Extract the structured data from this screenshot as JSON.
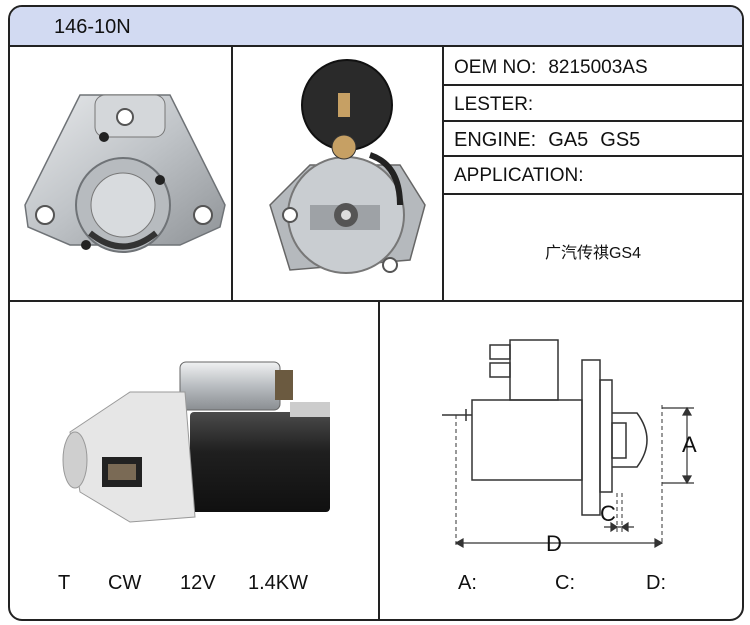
{
  "title": "146-10N",
  "specs": {
    "oem_label": "OEM NO:",
    "oem_value": "8215003AS",
    "lester_label": "LESTER:",
    "engine_label": "ENGINE:",
    "engine_value_1": "GA5",
    "engine_value_2": "GS5",
    "application_label": "APPLICATION:",
    "application_value": "广汽传祺GS4"
  },
  "ratings": {
    "type": "T",
    "rotation": "CW",
    "voltage": "12V",
    "power": "1.4KW"
  },
  "dimensions": {
    "a_label": "A:",
    "c_label": "C:",
    "d_label": "D:",
    "diagram_a": "A",
    "diagram_c": "C",
    "diagram_d": "D"
  }
}
